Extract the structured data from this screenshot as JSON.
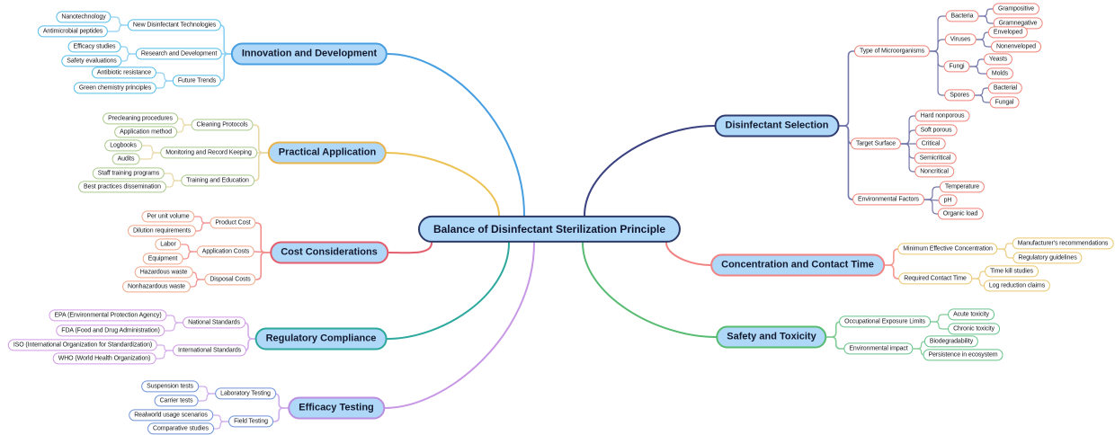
{
  "central": {
    "label": "Balance of Disinfectant Sterilization Principle"
  },
  "colors": {
    "node_fill_main": "#aed7f8",
    "node_fill_sub": "#ffffff",
    "central_border": "#2b3a67",
    "text": "#16181d"
  },
  "branches": [
    {
      "label": "Innovation and Development",
      "colors": {
        "curve": "#479fe1",
        "main_border": "#479fe1",
        "line1": "#8fd0f2",
        "line2": "#8fd0f2",
        "child_border": "#55bee9"
      },
      "children": [
        {
          "label": "New Disinfectant Technologies",
          "children": [
            {
              "label": "Nanotechnology"
            },
            {
              "label": "Antimicrobial peptides"
            }
          ]
        },
        {
          "label": "Research and Development",
          "children": [
            {
              "label": "Efficacy studies"
            },
            {
              "label": "Safety evaluations"
            }
          ]
        },
        {
          "label": "Future Trends",
          "children": [
            {
              "label": "Antibiotic resistance"
            },
            {
              "label": "Green chemistry principles"
            }
          ]
        }
      ]
    },
    {
      "label": "Practical Application",
      "colors": {
        "curve": "#edc255",
        "main_border": "#eab44c",
        "line1": "#e9d9a8",
        "line2": "#e9d9a8",
        "child_border": "#abc98c"
      },
      "children": [
        {
          "label": "Cleaning Protocols",
          "children": [
            {
              "label": "Precleaning procedures"
            },
            {
              "label": "Application method"
            }
          ]
        },
        {
          "label": "Monitoring and Record Keeping",
          "children": [
            {
              "label": "Logbooks"
            },
            {
              "label": "Audits"
            }
          ]
        },
        {
          "label": "Training and Education",
          "children": [
            {
              "label": "Staff training programs"
            },
            {
              "label": "Best practices dissemination"
            }
          ]
        }
      ]
    },
    {
      "label": "Cost Considerations",
      "colors": {
        "curve": "#e45d6d",
        "main_border": "#e45d6d",
        "line1": "#f29090",
        "line2": "#f29090",
        "child_border": "#f2a98b"
      },
      "children": [
        {
          "label": "Product Cost",
          "children": [
            {
              "label": "Per unit volume"
            },
            {
              "label": "Dilution requirements"
            }
          ]
        },
        {
          "label": "Application Costs",
          "children": [
            {
              "label": "Labor"
            },
            {
              "label": "Equipment"
            }
          ]
        },
        {
          "label": "Disposal Costs",
          "children": [
            {
              "label": "Hazardous waste"
            },
            {
              "label": "Nonhazardous waste"
            }
          ]
        }
      ]
    },
    {
      "label": "Regulatory Compliance",
      "colors": {
        "curve": "#2ca89c",
        "main_border": "#2ca89c",
        "line1": "#d4aeea",
        "line2": "#d4aeea",
        "child_border": "#d09ae6"
      },
      "children": [
        {
          "label": "National Standards",
          "children": [
            {
              "label": "EPA (Environmental Protection Agency)"
            },
            {
              "label": "FDA (Food and Drug Administration)"
            }
          ]
        },
        {
          "label": "International Standards",
          "children": [
            {
              "label": "ISO (International Organization for Standardization)"
            },
            {
              "label": "WHO (World Health Organization)"
            }
          ]
        }
      ]
    },
    {
      "label": "Efficacy Testing",
      "colors": {
        "curve": "#c897e5",
        "main_border": "#bb8fdf",
        "line1": "#cfadec",
        "line2": "#cfadec",
        "child_border": "#6d92da"
      },
      "children": [
        {
          "label": "Laboratory Testing",
          "children": [
            {
              "label": "Suspension tests"
            },
            {
              "label": "Carrier tests"
            }
          ]
        },
        {
          "label": "Field Testing",
          "children": [
            {
              "label": "Realworld usage scenarios"
            },
            {
              "label": "Comparative studies"
            }
          ]
        }
      ]
    },
    {
      "label": "Disinfectant Selection",
      "colors": {
        "curve": "#3a4180",
        "main_border": "#303c6f",
        "line1": "#7477aa",
        "line2": "#7477aa",
        "child_border": "#ef8478"
      },
      "children": [
        {
          "label": "Type of Microorganisms",
          "children": [
            {
              "label": "Bacteria",
              "children": [
                {
                  "label": "Grampositive"
                },
                {
                  "label": "Gramnegative"
                }
              ]
            },
            {
              "label": "Viruses",
              "children": [
                {
                  "label": "Enveloped"
                },
                {
                  "label": "Nonenveloped"
                }
              ]
            },
            {
              "label": "Fungi",
              "children": [
                {
                  "label": "Yeasts"
                },
                {
                  "label": "Molds"
                }
              ]
            },
            {
              "label": "Spores",
              "children": [
                {
                  "label": "Bacterial"
                },
                {
                  "label": "Fungal"
                }
              ]
            }
          ]
        },
        {
          "label": "Target Surface",
          "children": [
            {
              "label": "Hard nonporous"
            },
            {
              "label": "Soft porous"
            },
            {
              "label": "Critical"
            },
            {
              "label": "Semicritical"
            },
            {
              "label": "Noncritical"
            }
          ]
        },
        {
          "label": "Environmental Factors",
          "children": [
            {
              "label": "Temperature"
            },
            {
              "label": "pH"
            },
            {
              "label": "Organic load"
            }
          ]
        }
      ]
    },
    {
      "label": "Concentration and Contact Time",
      "colors": {
        "curve": "#f28383",
        "main_border": "#f28383",
        "line1": "#f49a93",
        "line2": "#eccd86",
        "child_border": "#e9c76d"
      },
      "children": [
        {
          "label": "Minimum Effective Concentration",
          "children": [
            {
              "label": "Manufacturer's recommendations"
            },
            {
              "label": "Regulatory guidelines"
            }
          ]
        },
        {
          "label": "Required Contact Time",
          "children": [
            {
              "label": "Time kill studies"
            },
            {
              "label": "Log reduction claims"
            }
          ]
        }
      ]
    },
    {
      "label": "Safety and Toxicity",
      "colors": {
        "curve": "#57bb71",
        "main_border": "#57bb71",
        "line1": "#82cc96",
        "line2": "#82cc96",
        "child_border": "#66c48c"
      },
      "children": [
        {
          "label": "Occupational Exposure Limits",
          "children": [
            {
              "label": "Acute toxicity"
            },
            {
              "label": "Chronic toxicity"
            }
          ]
        },
        {
          "label": "Environmental impact",
          "children": [
            {
              "label": "Biodegradability"
            },
            {
              "label": "Persistence in ecosystem"
            }
          ]
        }
      ]
    }
  ]
}
